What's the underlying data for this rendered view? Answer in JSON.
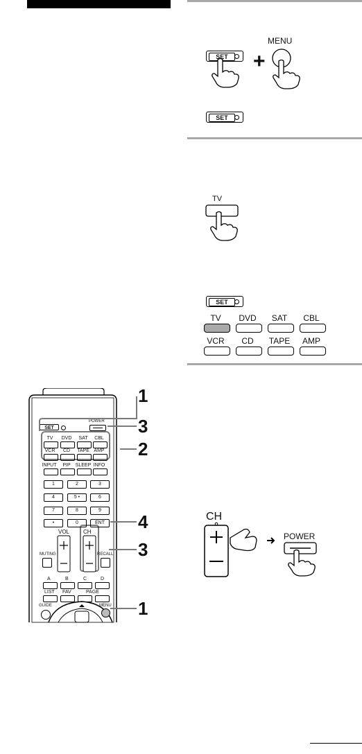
{
  "section_tab": "",
  "step1": {
    "set_label": "SET",
    "plus": "+",
    "menu_label": "MENU"
  },
  "step2": {
    "tv_label": "TV",
    "set_label": "SET",
    "devices_row1": [
      "TV",
      "DVD",
      "SAT",
      "CBL"
    ],
    "devices_row2": [
      "VCR",
      "CD",
      "TAPE",
      "AMP"
    ]
  },
  "step3": {
    "ch_label": "CH",
    "plus": "+",
    "minus": "–",
    "power_label": "POWER"
  },
  "remote": {
    "set_label": "SET",
    "power_label": "POWER",
    "device_row1": [
      "TV",
      "DVD",
      "SAT",
      "CBL"
    ],
    "device_row2": [
      "VCR",
      "CD",
      "TAPE",
      "AMP"
    ],
    "func_row": [
      "INPUT",
      "PIP",
      "SLEEP",
      "INFO"
    ],
    "num_row1": [
      "1",
      "2",
      "3"
    ],
    "num_row2": [
      "4",
      "5 •",
      "6"
    ],
    "num_row3": [
      "7",
      "8",
      "9"
    ],
    "num_row4": [
      "•",
      "0",
      "ENT"
    ],
    "vol_label": "VOL",
    "ch_label": "CH",
    "muting_label": "MUTING",
    "recall_label": "RECALL",
    "abcd": [
      "A",
      "B",
      "C",
      "D"
    ],
    "list_label": "LIST",
    "fav_label": "FAV",
    "page_label": "PAGE",
    "guide_label": "GUIDE",
    "menu_label": "MENU"
  },
  "callouts": [
    "1",
    "3",
    "2",
    "4",
    "3",
    "1"
  ]
}
